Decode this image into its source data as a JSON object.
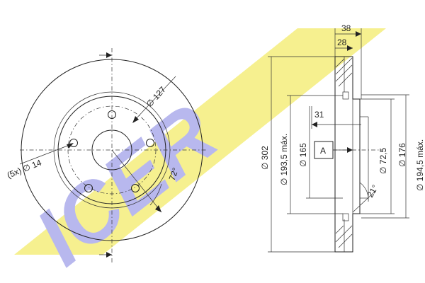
{
  "logo": {
    "text": "ICER",
    "colors": {
      "band": "#f6f08f",
      "letters": "#b8b8ee"
    }
  },
  "front_view": {
    "bolt_pattern_label": "(5x) ∅ 14",
    "pcd_label": "∅ 127",
    "angle_label": "72°"
  },
  "section_view": {
    "width_overall": "38",
    "width_hub": "28",
    "offset": "31",
    "outer_diameter": "∅ 302",
    "max_inner_diameter": "∅ 193,5 máx.",
    "diameter_165": "∅ 165",
    "center_bore": "∅ 72,5",
    "diameter_176": "∅ 176",
    "max_diameter_194": "∅ 194,5 máx.",
    "angle_21": "21°",
    "section_marker": "A"
  }
}
